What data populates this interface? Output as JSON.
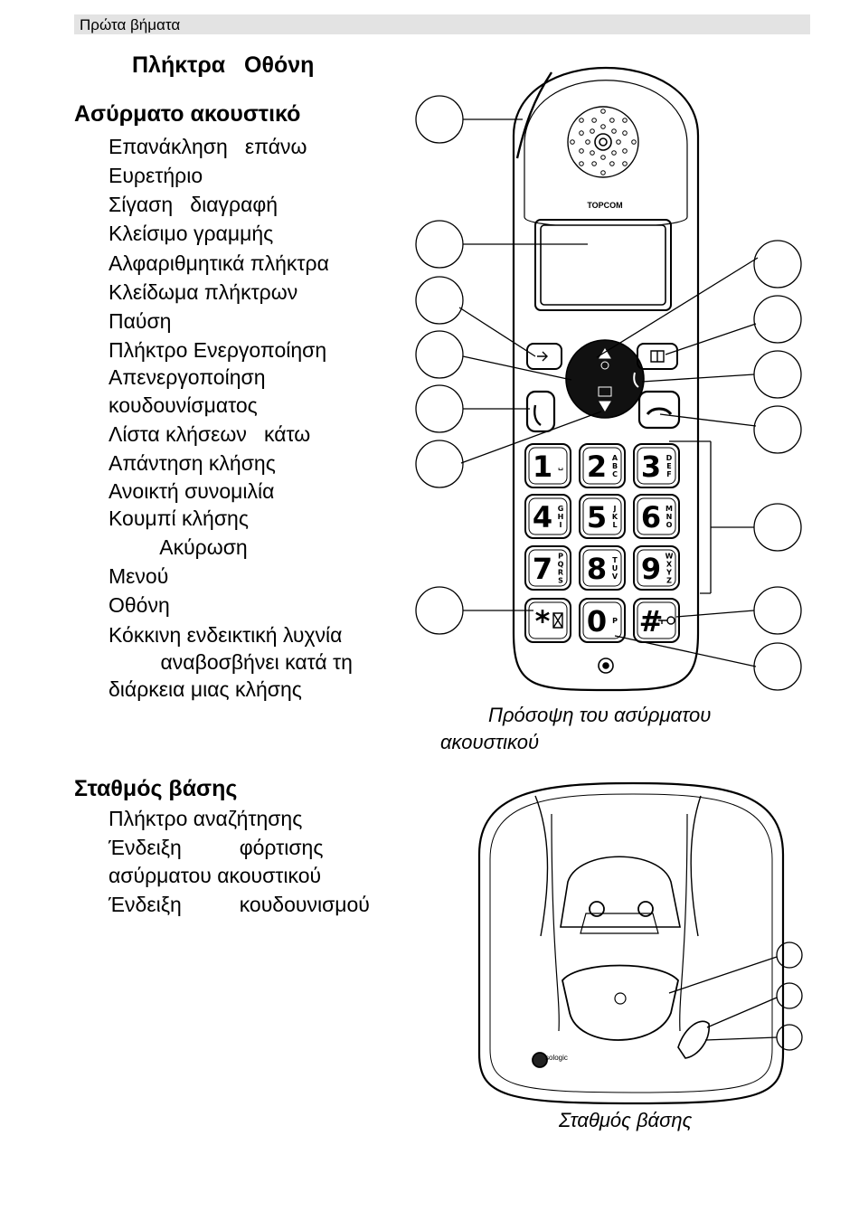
{
  "header": {
    "section_label": "Πρώτα βήματα"
  },
  "page_title": "Πλήκτρα   Οθόνη",
  "handset": {
    "heading": "Ασύρματο ακουστικό",
    "items": [
      "Επανάκληση   επάνω",
      "Ευρετήριο",
      "Σίγαση   διαγραφή",
      "Κλείσιμο γραμμής",
      "Αλφαριθμητικά πλήκτρα",
      "Κλείδωμα πλήκτρων",
      "Παύση",
      "Πλήκτρο Ενεργοποίηση",
      "Απενεργοποίηση",
      "κουδουνίσματος",
      "Λίστα κλήσεων   κάτω",
      "Απάντηση κλήσης",
      "Ανοικτή συνομιλία",
      "Κουμπί κλήσης",
      "         Ακύρωση",
      "Μενού",
      "Οθόνη",
      "Κόκκινη ενδεικτική λυχνία",
      "         αναβοσβήνει κατά τη",
      "διάρκεια μιας κλήσης"
    ],
    "caption_line1": "Πρόσοψη του ασύρματου",
    "caption_line2": "ακουστικού",
    "brand": "TOPCOM"
  },
  "base": {
    "heading": "Σταθμός βάσης",
    "items": [
      "Πλήκτρο αναζήτησης",
      "Ένδειξη          φόρτισης",
      "ασύρματου ακουστικού",
      "Ένδειξη          κουδουνισμού"
    ],
    "caption": "Σταθμός βάσης",
    "brand": "sologic"
  },
  "keypad": {
    "keys": [
      {
        "digit": "1",
        "sub": "␣"
      },
      {
        "digit": "2",
        "sub": "ABC"
      },
      {
        "digit": "3",
        "sub": "DEF"
      },
      {
        "digit": "4",
        "sub": "GHI"
      },
      {
        "digit": "5",
        "sub": "JKL"
      },
      {
        "digit": "6",
        "sub": "MNO"
      },
      {
        "digit": "7",
        "sub": "PQRS"
      },
      {
        "digit": "8",
        "sub": "TUV"
      },
      {
        "digit": "9",
        "sub": "WXYZ"
      },
      {
        "digit": "*",
        "sub": "mute"
      },
      {
        "digit": "0",
        "sub": "P"
      },
      {
        "digit": "#",
        "sub": "key"
      }
    ]
  }
}
